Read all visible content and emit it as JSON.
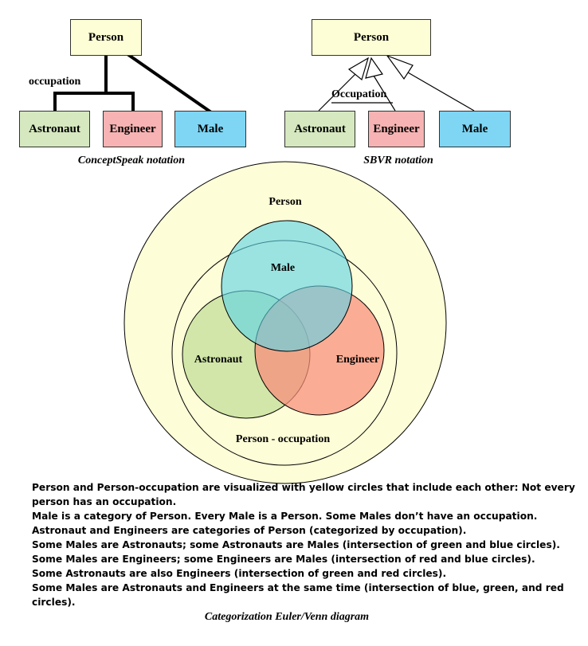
{
  "conceptspeak": {
    "person": "Person",
    "astronaut": "Astronaut",
    "engineer": "Engineer",
    "male": "Male",
    "occupation_label": "occupation",
    "caption": "ConceptSpeak notation"
  },
  "sbvr": {
    "person": "Person",
    "astronaut": "Astronaut",
    "engineer": "Engineer",
    "male": "Male",
    "occupation_label": "Occupation",
    "caption": "SBVR notation"
  },
  "venn": {
    "person": "Person",
    "male": "Male",
    "astronaut": "Astronaut",
    "engineer": "Engineer",
    "person_occupation": "Person - occupation",
    "caption": "Categorization Euler/Venn diagram"
  },
  "colors": {
    "box_yellow": "#fdfdd6",
    "green": "#d5e8bf",
    "pink": "#f7b3b3",
    "blue": "#7fd6f4",
    "circle_yellow": "#fdfdd8",
    "venn_green": "#c9e2a0",
    "venn_red": "#f98c7a",
    "venn_blue": "#5ed3e6"
  },
  "notes": [
    "Person and Person-occupation are visualized with yellow circles that include each other: Not every",
    "person has an occupation.",
    "Male is a category of Person. Every Male is a Person. Some Males don’t have an occupation.",
    "Astronaut and Engineers are categories of Person (categorized by occupation).",
    "Some Males are Astronauts; some Astronauts are Males (intersection of green and blue circles).",
    "Some Males are Engineers; some Engineers are Males (intersection of red and blue circles).",
    "Some Astronauts are also Engineers (intersection of green and red circles).",
    "Some Males are Astronauts and Engineers at the same time (intersection of blue, green, and red circles)."
  ]
}
